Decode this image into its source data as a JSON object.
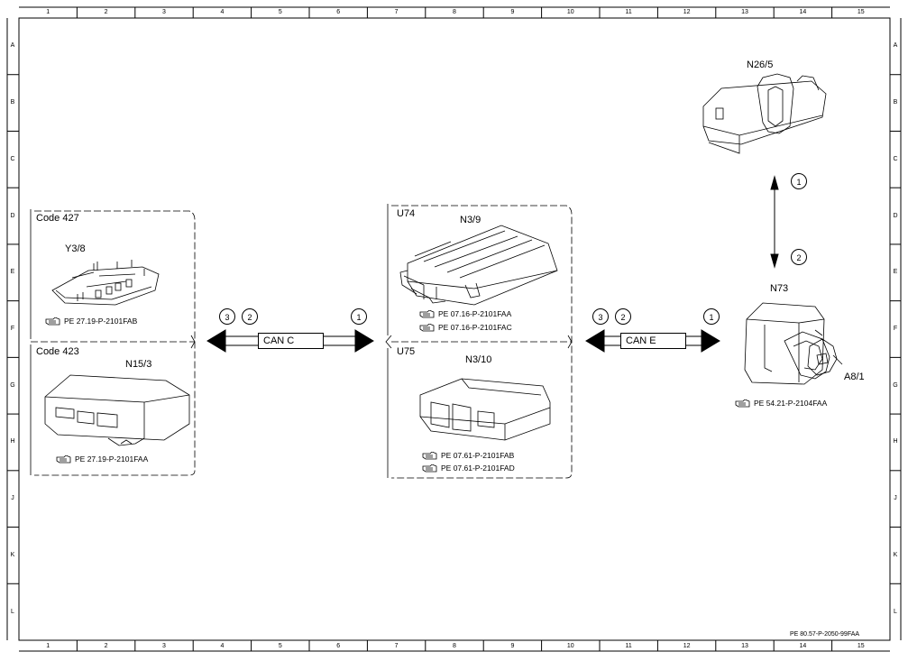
{
  "frame": {
    "columns": [
      "1",
      "2",
      "3",
      "4",
      "5",
      "6",
      "7",
      "8",
      "9",
      "10",
      "11",
      "12",
      "13",
      "14",
      "15"
    ],
    "rows": [
      "A",
      "B",
      "C",
      "D",
      "E",
      "F",
      "G",
      "H",
      "J",
      "K",
      "L"
    ]
  },
  "left_group": {
    "code_427": "Code 427",
    "y3_8": "Y3/8",
    "y3_8_ref": "PE 27.19-P-2101FAB",
    "code_423": "Code 423",
    "n15_3": "N15/3",
    "n15_3_ref": "PE 27.19-P-2101FAA"
  },
  "can_c": {
    "label": "CAN C",
    "left_circles": [
      "3",
      "2"
    ],
    "right_circle": "1"
  },
  "center_group": {
    "u74": "U74",
    "n3_9": "N3/9",
    "n3_9_refs": [
      "PE 07.16-P-2101FAA",
      "PE 07.16-P-2101FAC"
    ],
    "u75": "U75",
    "n3_10": "N3/10",
    "n3_10_refs": [
      "PE 07.61-P-2101FAB",
      "PE 07.61-P-2101FAD"
    ]
  },
  "can_e": {
    "label": "CAN E",
    "left_circles": [
      "3",
      "2"
    ],
    "right_circle": "1"
  },
  "right_group": {
    "n26_5": "N26/5",
    "link_top_circle": "1",
    "link_bottom_circle": "2",
    "n73": "N73",
    "a8_1": "A8/1",
    "n73_ref": "PE 54.21-P-2104FAA"
  },
  "footer_ref": "PE 80.57-P-2050-99FAA"
}
